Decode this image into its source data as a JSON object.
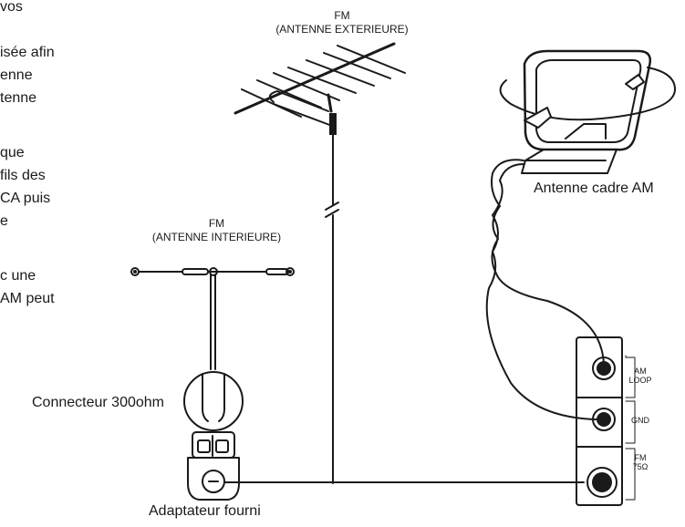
{
  "left_text_fragments": [
    "vos",
    "isée afin",
    "enne",
    "tenne",
    "que",
    "fils des",
    "CA puis",
    "e",
    "c une",
    "AM peut"
  ],
  "fm_outdoor": {
    "title": "FM",
    "subtitle": "(ANTENNE EXTERIEURE)"
  },
  "fm_indoor": {
    "title": "FM",
    "subtitle": "(ANTENNE INTERIEURE)"
  },
  "am_loop_label": "Antenne cadre AM",
  "connector_label": "Connecteur 300ohm",
  "adapter_label": "Adaptateur fourni",
  "terminals": {
    "am_loop_1": "AM",
    "am_loop_2": "LOOP",
    "gnd": "GND",
    "fm_1": "FM",
    "fm_2": "75Ω"
  }
}
